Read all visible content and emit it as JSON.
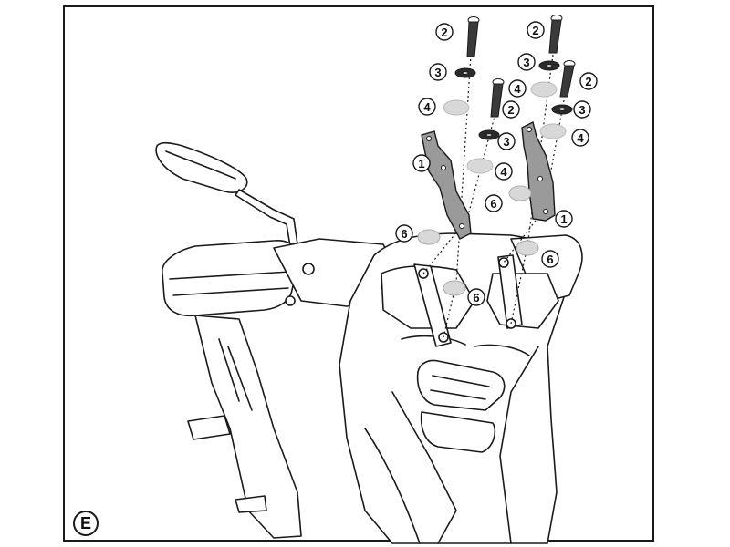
{
  "step_label": "E",
  "parts": {
    "bracket": "1",
    "screw": "2",
    "washer": "3",
    "spacer": "4",
    "bushing": "6"
  },
  "colors": {
    "line": "#1a1a1a",
    "bracket_fill": "#9a9a9a",
    "spacer_fill": "#d8d8d8",
    "screw_fill": "#3a3a3a",
    "bike_fill": "#ffffff"
  }
}
